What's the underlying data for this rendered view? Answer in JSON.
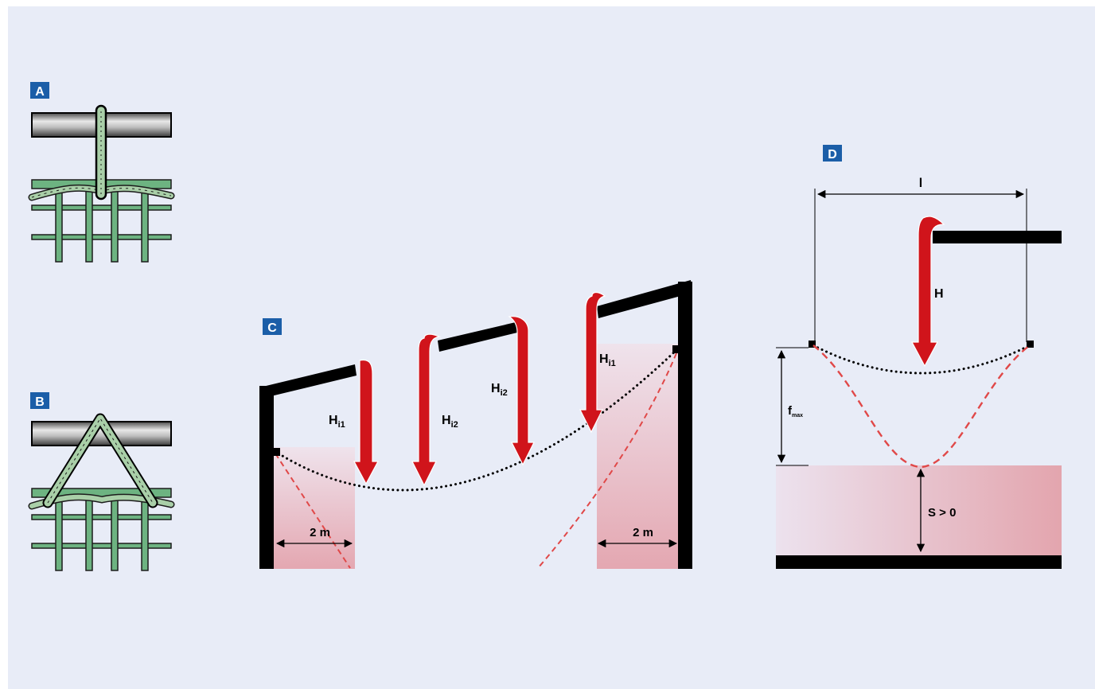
{
  "colors": {
    "background": "#e8ecf7",
    "label_box": "#1b5ea8",
    "net_green": "#6db381",
    "arrow_red": "#d0141b",
    "zone_pink": "#e3a6af",
    "dashed_red": "#e04848"
  },
  "panels": {
    "a": {
      "label": "A"
    },
    "b": {
      "label": "B"
    },
    "c": {
      "label": "C",
      "forces": [
        "H",
        "H",
        "H",
        "H"
      ],
      "subscripts": [
        "i1",
        "i2",
        "i2",
        "i1"
      ],
      "dim_left": "2 m",
      "dim_right": "2 m"
    },
    "d": {
      "label": "D",
      "span": "l",
      "force": "H",
      "sag": "f",
      "sag_subscript": "max",
      "clearance": "S > 0"
    }
  }
}
